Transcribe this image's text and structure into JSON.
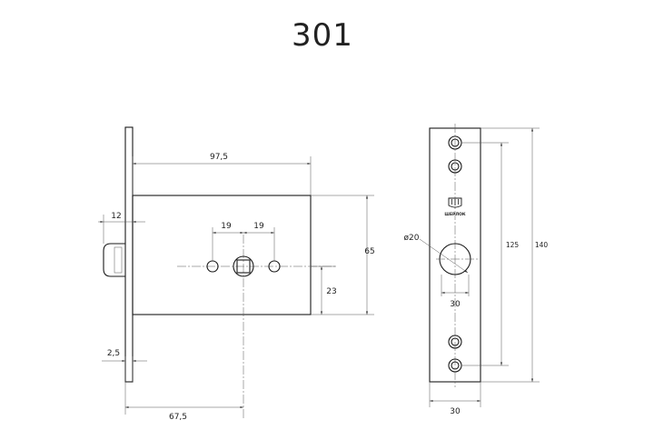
{
  "title": "301",
  "dims": {
    "width_975": "97,5",
    "spacing_19_left": "19",
    "spacing_19_right": "19",
    "bolt_12": "12",
    "height_65": "65",
    "offset_23": "23",
    "plate_25": "2,5",
    "backset_675": "67,5",
    "diameter_20": "ø20",
    "hole_30": "30",
    "height_125": "125",
    "height_140": "140",
    "plate_width_30": "30"
  },
  "logo": {
    "text": "ШЕРЛОК",
    "icon": "sherlok-logo-icon"
  }
}
